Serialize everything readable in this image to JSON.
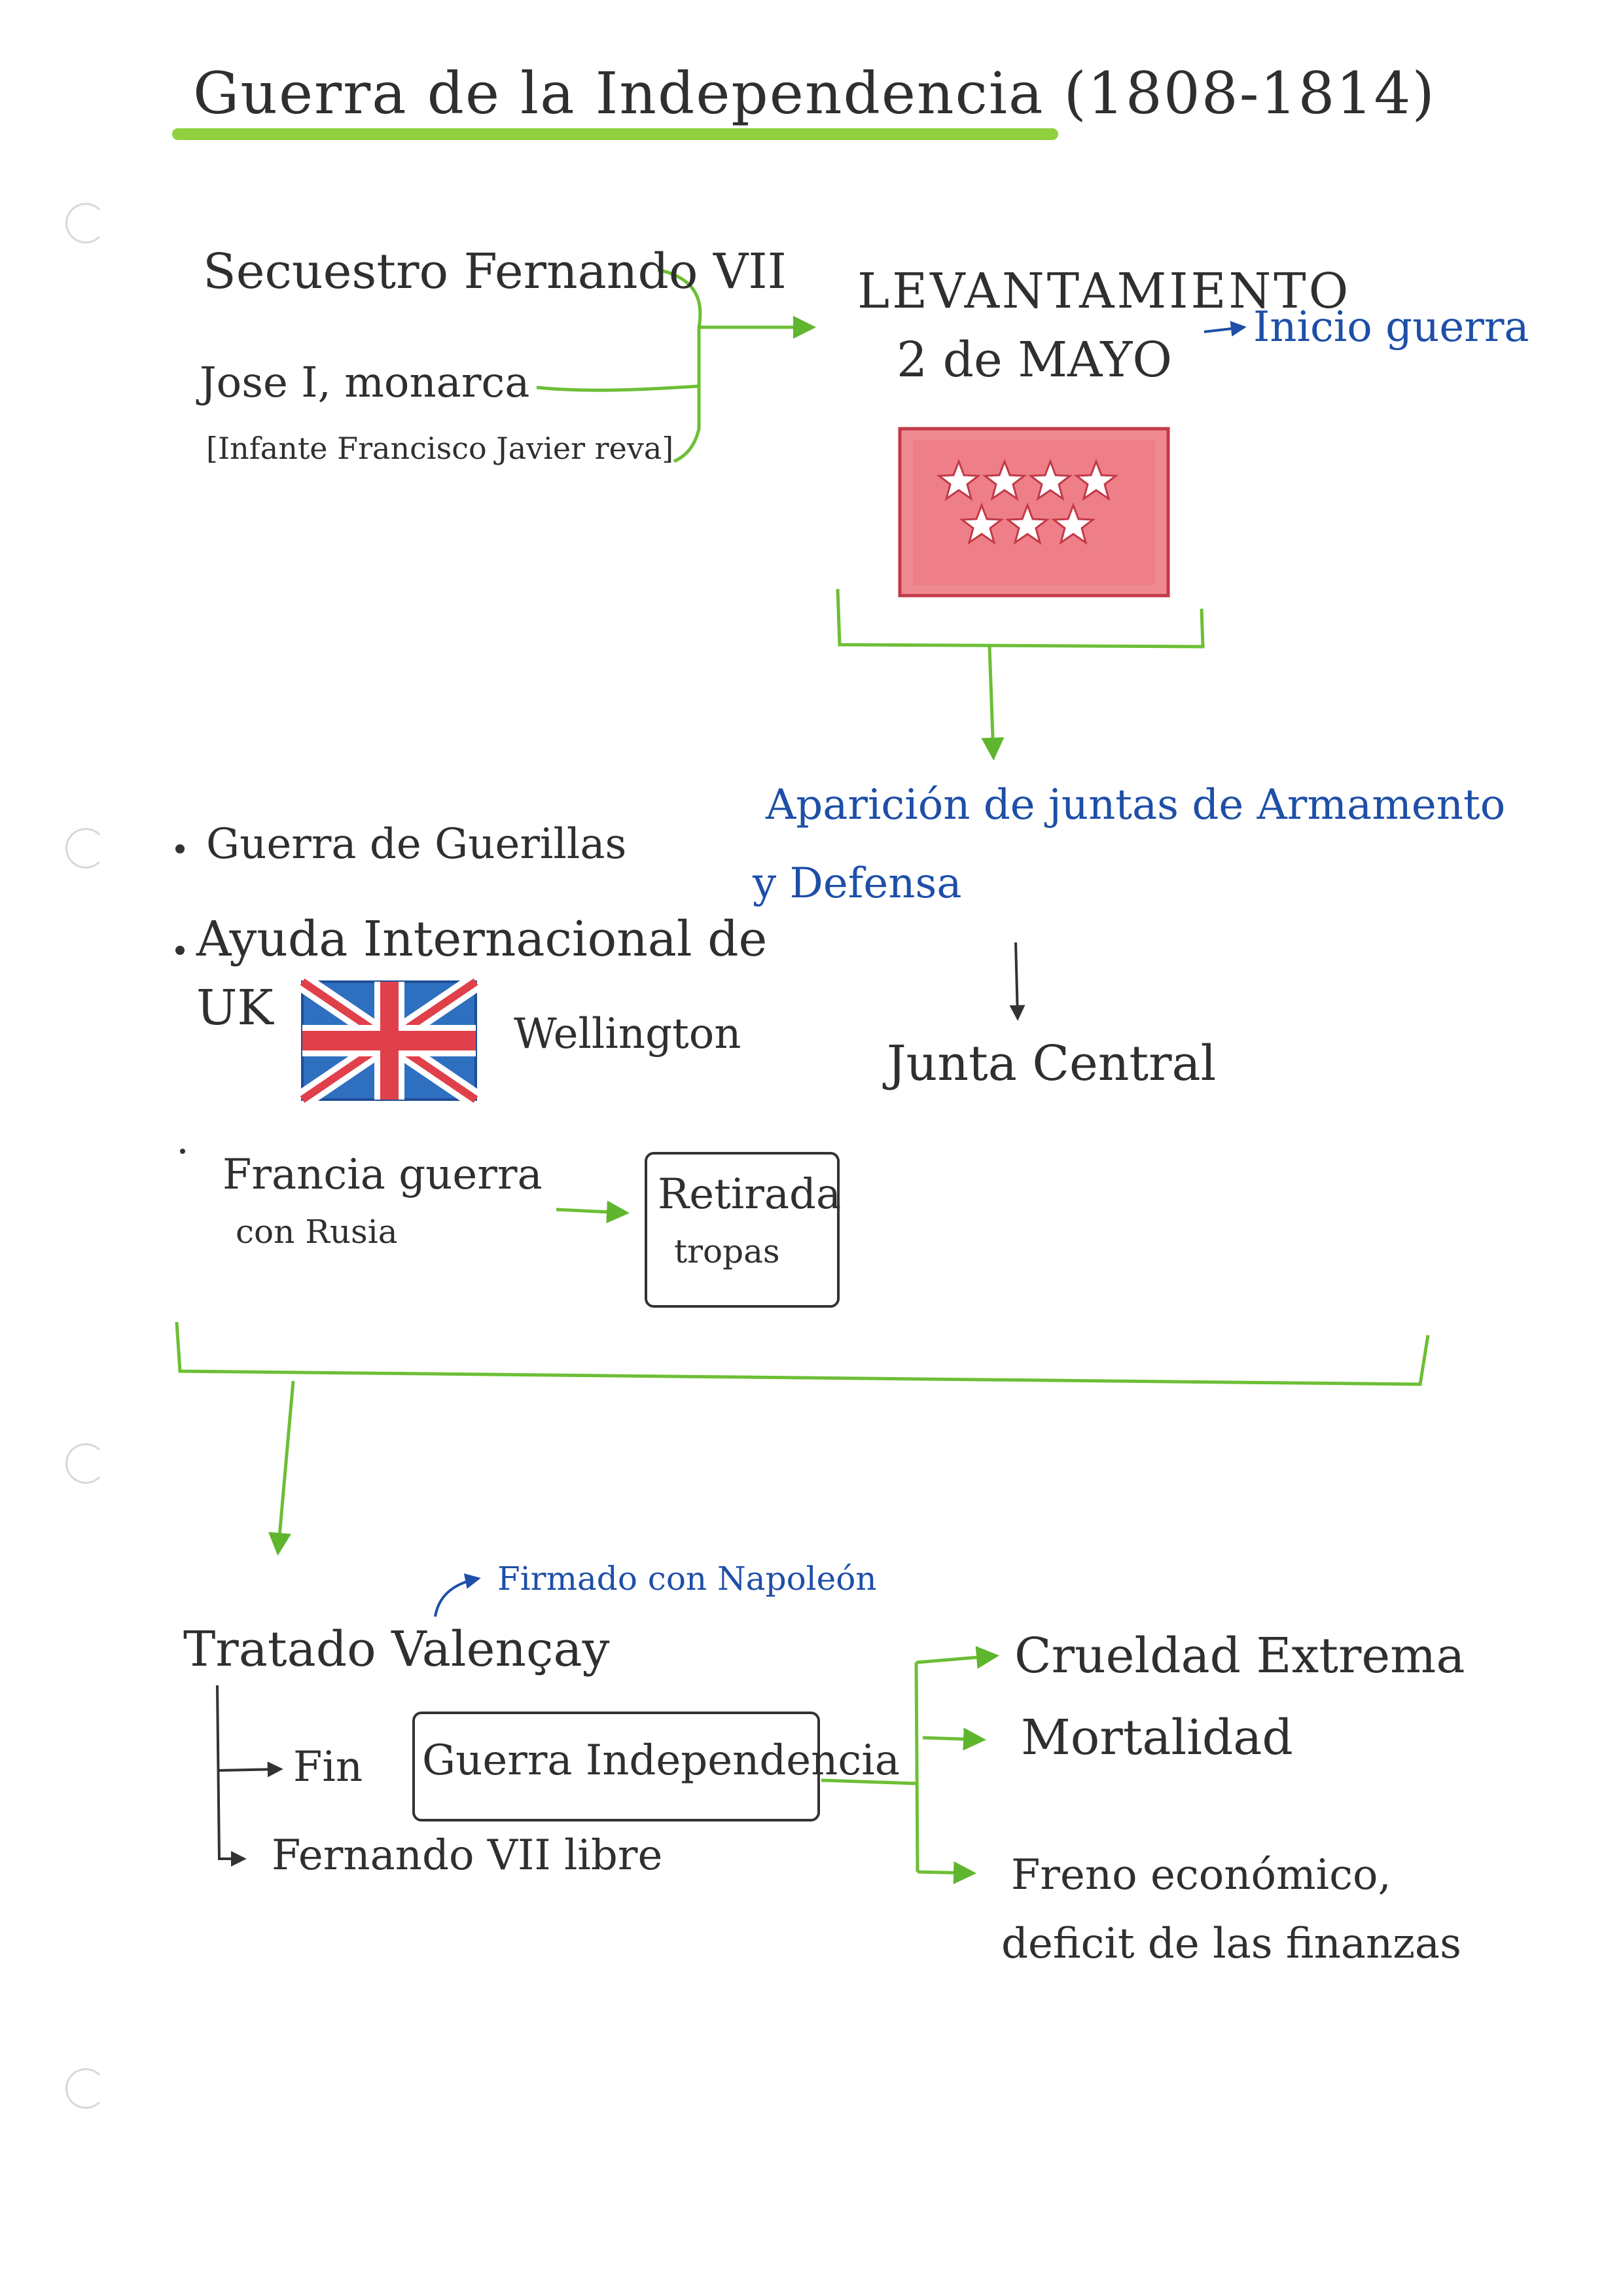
{
  "title": "Guerra de la Independencia (1808-1814)",
  "causes": {
    "item1": "Secuestro Fernando VII",
    "item2": "Jose I, monarca",
    "item3": "[Infante Francisco Javier reva]"
  },
  "uprising": {
    "line1": "LEVANTAMIENTO",
    "line2": "2 de MAYO",
    "note": "Inicio guerra"
  },
  "juntas": {
    "line1": "Aparición de juntas de Armamento",
    "line2": "y Defensa",
    "central": "Junta Central"
  },
  "factors": {
    "guerrilla": "Guerra de Guerillas",
    "aid_line1": "Ayuda Internacional de",
    "aid_line2": "UK",
    "wellington": "Wellington",
    "russia_line1": "Francia guerra",
    "russia_line2": "con Rusia",
    "retreat_line1": "Retirada",
    "retreat_line2": "tropas"
  },
  "treaty": {
    "title": "Tratado Valençay",
    "note": "Firmado con Napoleón",
    "fin": "Fin",
    "war_box": "Guerra Independencia",
    "fernando": "Fernando VII libre"
  },
  "consequences": {
    "c1": "Crueldad Extrema",
    "c2": "Mortalidad",
    "c3_line1": "Freno económico,",
    "c3_line2": "deficit de las finanzas"
  },
  "colors": {
    "ink": "#2f2f2f",
    "blue_ink": "#1e4fa8",
    "green_marker": "#7ec63b",
    "arrow_green": "#5fb52e",
    "madrid_flag_red": "#e8707a",
    "uk_blue": "#2f6fc0",
    "uk_red": "#e0404a"
  },
  "icons": {
    "madrid_flag": "madrid-flag-icon",
    "uk_flag": "union-jack-icon"
  }
}
